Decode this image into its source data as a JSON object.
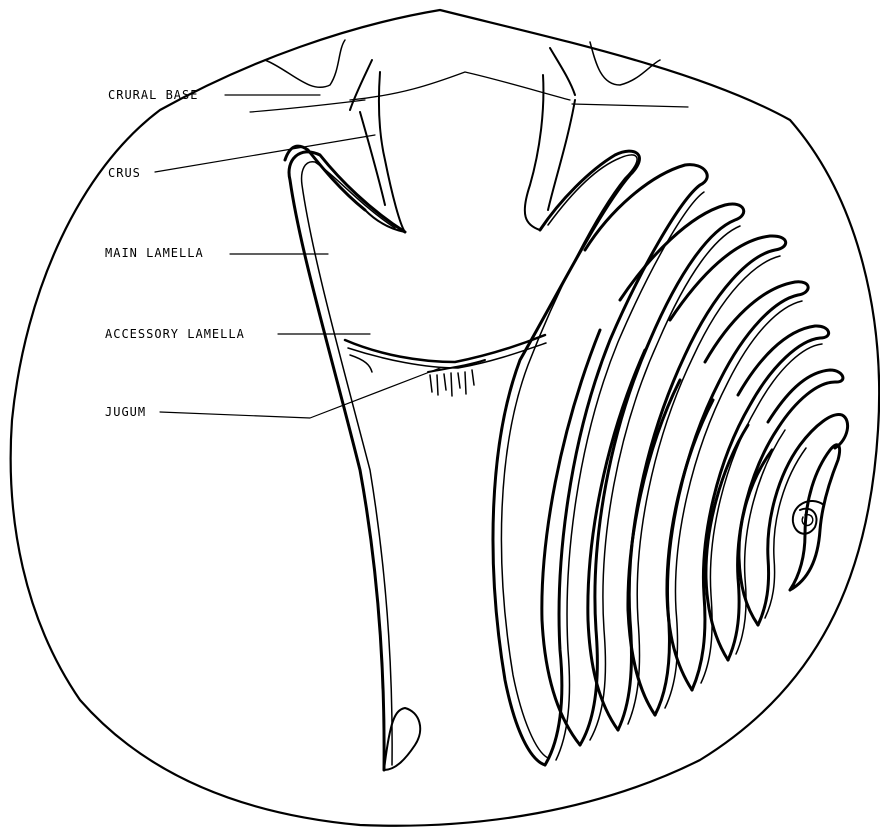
{
  "labels": {
    "crural_base": "CRURAL BASE",
    "crus": "CRUS",
    "main_lamella": "MAIN LAMELLA",
    "accessory_lamella": "ACCESSORY LAMELLA",
    "jugum": "JUGUM"
  },
  "colors": {
    "ink": "#000000",
    "paper": "#ffffff"
  }
}
